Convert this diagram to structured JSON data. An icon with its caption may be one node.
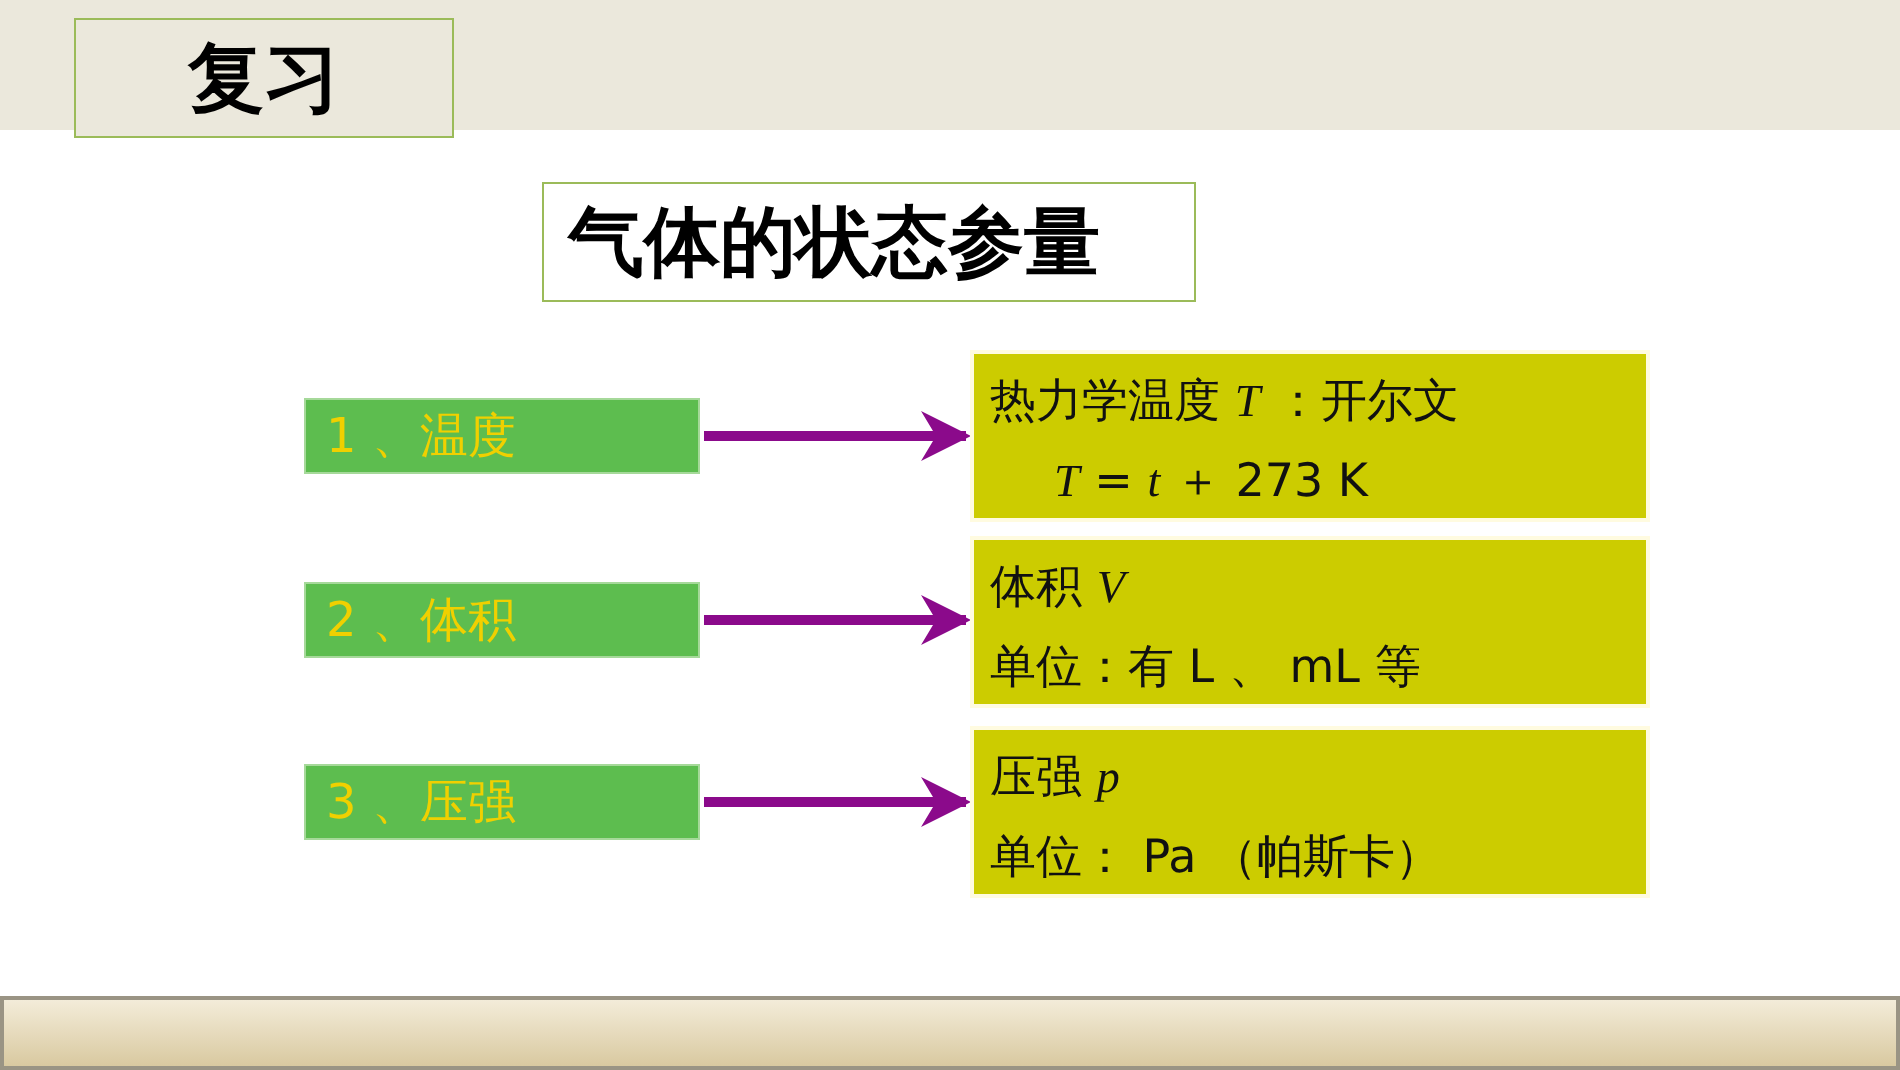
{
  "diagram": {
    "title": "复习",
    "nodes": [
      {
        "text": [
          "1 、温度"
        ]
      },
      {
        "text": [
          "2 、体积"
        ]
      },
      {
        "text": [
          "3 、压强"
        ]
      },
      {
        "text": [
          "热力学温度 *T* ：开尔文",
          "*T* = *t* ＋ 273 K"
        ]
      },
      {
        "text": [
          "体积 *V*",
          "单位：有 L 、 mL 等"
        ]
      },
      {
        "text": [
          "压强 *p*",
          "单位： Pa （帕斯卡）"
        ]
      }
    ],
    "edges": [
      {
        "from": 0,
        "to": 3,
        "arrow": "to"
      },
      {
        "from": 1,
        "to": 4,
        "arrow": "to"
      },
      {
        "from": 2,
        "to": 5,
        "arrow": "to"
      }
    ],
    "labels": [
      "气体的状态参量"
    ]
  }
}
